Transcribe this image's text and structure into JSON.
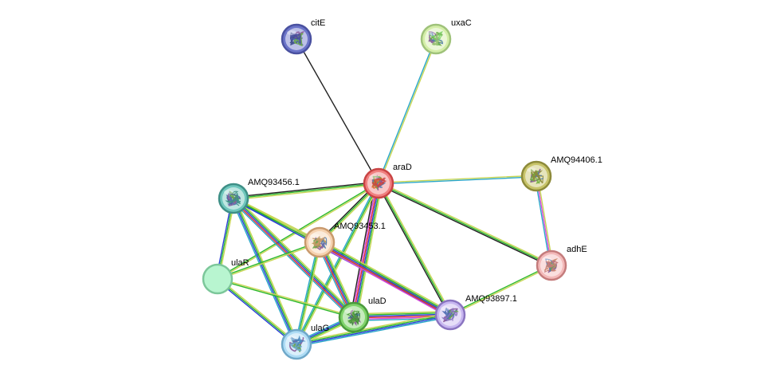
{
  "network": {
    "nodes": [
      {
        "id": "citE",
        "label": "citE",
        "color": "#6b74c9",
        "border": "#4a51a0",
        "texture": true,
        "interior": "#3b4a8a"
      },
      {
        "id": "uxaC",
        "label": "uxaC",
        "color": "#d4eea8",
        "border": "#9fc27a",
        "texture": true,
        "interior": "#7fd36a"
      },
      {
        "id": "araD",
        "label": "araD",
        "color": "#f08080",
        "border": "#c94444",
        "texture": true,
        "interior": "#d66a2a"
      },
      {
        "id": "AMQ94406.1",
        "label": "AMQ94406.1",
        "color": "#c8c46a",
        "border": "#8d8a3a",
        "texture": true,
        "interior": "#6fae3a"
      },
      {
        "id": "AMQ93456.1",
        "label": "AMQ93456.1",
        "color": "#6fc7bd",
        "border": "#3e8f86",
        "texture": true,
        "interior": "#4a5fa0"
      },
      {
        "id": "AMQ93453.1",
        "label": "AMQ93453.1",
        "color": "#f6d2b0",
        "border": "#c99a6d",
        "texture": true,
        "interior": "#b89a55"
      },
      {
        "id": "ulaR",
        "label": "ulaR",
        "color": "#b8f5d0",
        "border": "#7cc79a",
        "texture": false,
        "interior": ""
      },
      {
        "id": "adhE",
        "label": "adhE",
        "color": "#f3b9b9",
        "border": "#c47c7c",
        "texture": true,
        "interior": "#c98a6a"
      },
      {
        "id": "ulaD",
        "label": "ulaD",
        "color": "#7fd36a",
        "border": "#4a9a3c",
        "texture": true,
        "interior": "#3e7a3a"
      },
      {
        "id": "AMQ93897.1",
        "label": "AMQ93897.1",
        "color": "#c7b6f0",
        "border": "#8a74c0",
        "texture": true,
        "interior": "#4a6ab0"
      },
      {
        "id": "ulaG",
        "label": "ulaG",
        "color": "#aedcf5",
        "border": "#6fa8c9",
        "texture": true,
        "interior": "#4a8ac0"
      }
    ],
    "edge_colors": {
      "textmining": "#c7d654",
      "coexpression": "#222222",
      "database": "#2aa6c9",
      "experiment": "#d94ad9",
      "neighborhood": "#2db82d",
      "fusion": "#e03030",
      "cooccurrence": "#2a3fd6"
    },
    "edges": [
      {
        "from": "citE",
        "to": "araD",
        "evidence": [
          "coexpression"
        ]
      },
      {
        "from": "uxaC",
        "to": "araD",
        "evidence": [
          "textmining",
          "database"
        ]
      },
      {
        "from": "araD",
        "to": "AMQ94406.1",
        "evidence": [
          "textmining",
          "database"
        ]
      },
      {
        "from": "araD",
        "to": "AMQ93456.1",
        "evidence": [
          "textmining",
          "neighborhood",
          "coexpression"
        ]
      },
      {
        "from": "araD",
        "to": "AMQ93453.1",
        "evidence": [
          "textmining",
          "neighborhood",
          "coexpression"
        ]
      },
      {
        "from": "araD",
        "to": "ulaR",
        "evidence": [
          "textmining",
          "neighborhood"
        ]
      },
      {
        "from": "araD",
        "to": "adhE",
        "evidence": [
          "textmining",
          "neighborhood",
          "coexpression"
        ]
      },
      {
        "from": "araD",
        "to": "ulaD",
        "evidence": [
          "textmining",
          "neighborhood",
          "cooccurrence",
          "fusion",
          "experiment",
          "coexpression"
        ]
      },
      {
        "from": "araD",
        "to": "AMQ93897.1",
        "evidence": [
          "textmining",
          "neighborhood",
          "coexpression"
        ]
      },
      {
        "from": "araD",
        "to": "ulaG",
        "evidence": [
          "textmining",
          "neighborhood",
          "database"
        ]
      },
      {
        "from": "AMQ94406.1",
        "to": "adhE",
        "evidence": [
          "textmining",
          "experiment",
          "database"
        ]
      },
      {
        "from": "adhE",
        "to": "AMQ93897.1",
        "evidence": [
          "textmining",
          "neighborhood"
        ]
      },
      {
        "from": "AMQ93456.1",
        "to": "AMQ93453.1",
        "evidence": [
          "textmining",
          "neighborhood",
          "cooccurrence"
        ]
      },
      {
        "from": "AMQ93456.1",
        "to": "ulaR",
        "evidence": [
          "textmining",
          "neighborhood",
          "cooccurrence"
        ]
      },
      {
        "from": "AMQ93456.1",
        "to": "ulaD",
        "evidence": [
          "textmining",
          "neighborhood",
          "cooccurrence",
          "fusion",
          "database"
        ]
      },
      {
        "from": "AMQ93456.1",
        "to": "AMQ93897.1",
        "evidence": [
          "textmining",
          "neighborhood",
          "cooccurrence"
        ]
      },
      {
        "from": "AMQ93456.1",
        "to": "ulaG",
        "evidence": [
          "textmining",
          "neighborhood",
          "cooccurrence",
          "database"
        ]
      },
      {
        "from": "AMQ93453.1",
        "to": "ulaR",
        "evidence": [
          "textmining",
          "neighborhood"
        ]
      },
      {
        "from": "AMQ93453.1",
        "to": "ulaD",
        "evidence": [
          "textmining",
          "neighborhood",
          "cooccurrence",
          "fusion",
          "database"
        ]
      },
      {
        "from": "AMQ93453.1",
        "to": "AMQ93897.1",
        "evidence": [
          "textmining",
          "neighborhood",
          "cooccurrence",
          "fusion",
          "experiment"
        ]
      },
      {
        "from": "AMQ93453.1",
        "to": "ulaG",
        "evidence": [
          "textmining",
          "neighborhood",
          "database"
        ]
      },
      {
        "from": "ulaR",
        "to": "ulaD",
        "evidence": [
          "textmining",
          "neighborhood"
        ]
      },
      {
        "from": "ulaR",
        "to": "ulaG",
        "evidence": [
          "textmining",
          "neighborhood",
          "cooccurrence"
        ]
      },
      {
        "from": "ulaD",
        "to": "ulaG",
        "evidence": [
          "textmining",
          "neighborhood",
          "cooccurrence",
          "database"
        ]
      },
      {
        "from": "ulaD",
        "to": "AMQ93897.1",
        "evidence": [
          "textmining",
          "neighborhood",
          "cooccurrence",
          "fusion",
          "experiment",
          "database"
        ]
      },
      {
        "from": "ulaG",
        "to": "AMQ93897.1",
        "evidence": [
          "textmining",
          "neighborhood",
          "cooccurrence",
          "database"
        ]
      }
    ]
  }
}
